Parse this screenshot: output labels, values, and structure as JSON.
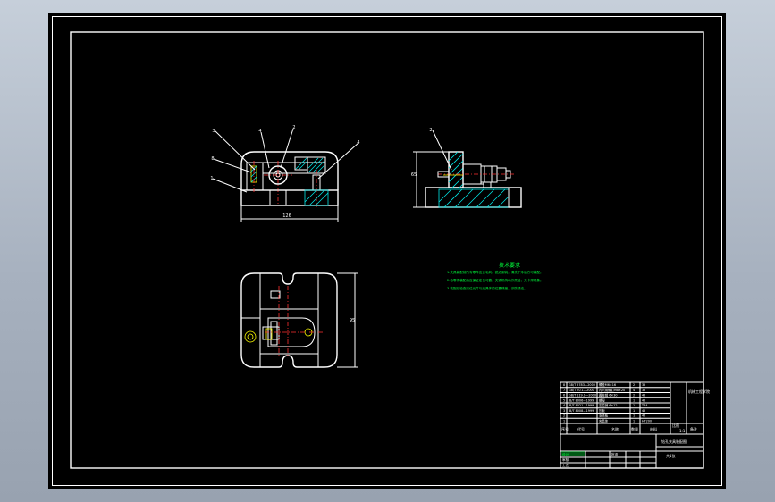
{
  "drawing": {
    "callouts_front": [
      "3",
      "4",
      "2",
      "4",
      "8",
      "1"
    ],
    "callout_side": "2",
    "dim_front_width": "126",
    "dim_side_height": "65",
    "dim_top_height": "95"
  },
  "tech_req": {
    "title": "技术要求",
    "lines": [
      "1.夹具装配前所有零件应去毛刺、锐边倒钝，清洗干净后方可装配。",
      "2.各零件装配后应保证定位可靠，夹紧机构动作灵活，无卡滞现象。",
      "3.装配后检查定位元件与夹具体的位置精度，涂防锈油。"
    ]
  },
  "title_block": {
    "parts": [
      {
        "no": "8",
        "code": "GB/T 5783—2000",
        "name": "螺栓M6×16",
        "qty": "2",
        "material": "35"
      },
      {
        "no": "7",
        "code": "GB/T 70.1—2000",
        "name": "内六角螺钉M8×20",
        "qty": "4",
        "material": "35"
      },
      {
        "no": "6",
        "code": "GB/T 119.1—2000",
        "name": "圆柱销 6×30",
        "qty": "2",
        "material": "45"
      },
      {
        "no": "5",
        "code": "JB/T 8006—1999",
        "name": "螺母",
        "qty": "1",
        "material": "45"
      },
      {
        "no": "4",
        "code": "JB/T 8021—1999",
        "name": "定位销 6×12",
        "qty": "1",
        "material": "T8A"
      },
      {
        "no": "3",
        "code": "JB/T 8008—1999",
        "name": "压板",
        "qty": "1",
        "material": "45"
      },
      {
        "no": "2",
        "code": "",
        "name": "支承板",
        "qty": "1",
        "material": "45"
      },
      {
        "no": "1",
        "code": "",
        "name": "夹具体",
        "qty": "1",
        "material": "HT200"
      }
    ],
    "header": {
      "no": "序号",
      "code": "代号",
      "name": "名称",
      "qty": "数量",
      "material": "材料",
      "note": "备注"
    },
    "drawing_title": "钻孔夹具装配图",
    "scale_label": "比例",
    "scale": "1:1",
    "sheet_label": "共1张",
    "company": "机械工程学院",
    "sign_rows": [
      "设计",
      "审核",
      "工艺",
      "批准"
    ]
  }
}
